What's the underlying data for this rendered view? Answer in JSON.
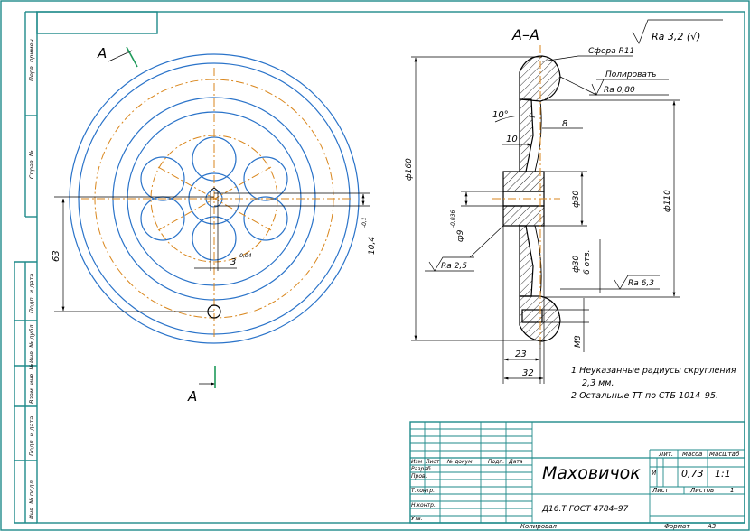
{
  "section_labels": {
    "view_arrow_top": "А",
    "view_arrow_bottom": "А",
    "section_title": "А–А"
  },
  "roughness": {
    "general": "Ra 3,2 (√)",
    "polish_note": "Полировать",
    "polish_ra": "Ra 0,80",
    "sphere_note": "Сфера R11",
    "hub_ra": "Ra 2,5",
    "spoke_ra": "Ra 6,3"
  },
  "dimensions": {
    "d160": "ф160",
    "d110": "ф110",
    "d30_top": "ф30",
    "d30_bottom": "ф30",
    "d9": "ф9",
    "d9_tol": "-0,036",
    "angle": "10°",
    "ten": "10",
    "eight": "8",
    "holes": "6 отв.",
    "m8": "M8",
    "l23": "23",
    "l32": "32",
    "l63": "63",
    "l104": "10,4",
    "l104_tol": "-0,1",
    "l3": "3",
    "l3_tol": "-0,04"
  },
  "notes": {
    "line1": "1  Неуказанные радиусы скругления",
    "line1b": "2,3 мм.",
    "line2": "2  Остальные ТТ по СТБ 1014–95."
  },
  "side_stamps": [
    "Перв. примен.",
    "Справ. №",
    "Подп. и дата",
    "Инв. № дубл.",
    "Взам. инв. №",
    "Подп. и дата",
    "Инв. № подл."
  ],
  "title_block": {
    "part_name": "Маховичок",
    "material": "Д16.Т ГОСТ 4784–97",
    "row_labels": [
      "Изм",
      "Лист",
      "№ докум.",
      "Подп.",
      "Дата"
    ],
    "roles": [
      "Разраб.",
      "Пров.",
      "Т.контр.",
      "",
      "Н.контр.",
      "Утв."
    ],
    "col_lit": "Лит.",
    "col_mass": "Масса",
    "col_scale": "Масштаб",
    "lit_value": "И",
    "mass_value": "0,73",
    "scale_value": "1:1",
    "sheet_label": "Лист",
    "sheets_label": "Листов",
    "sheets_value": "1",
    "copied": "Копировал",
    "format_label": "Формат",
    "format_value": "A3"
  }
}
